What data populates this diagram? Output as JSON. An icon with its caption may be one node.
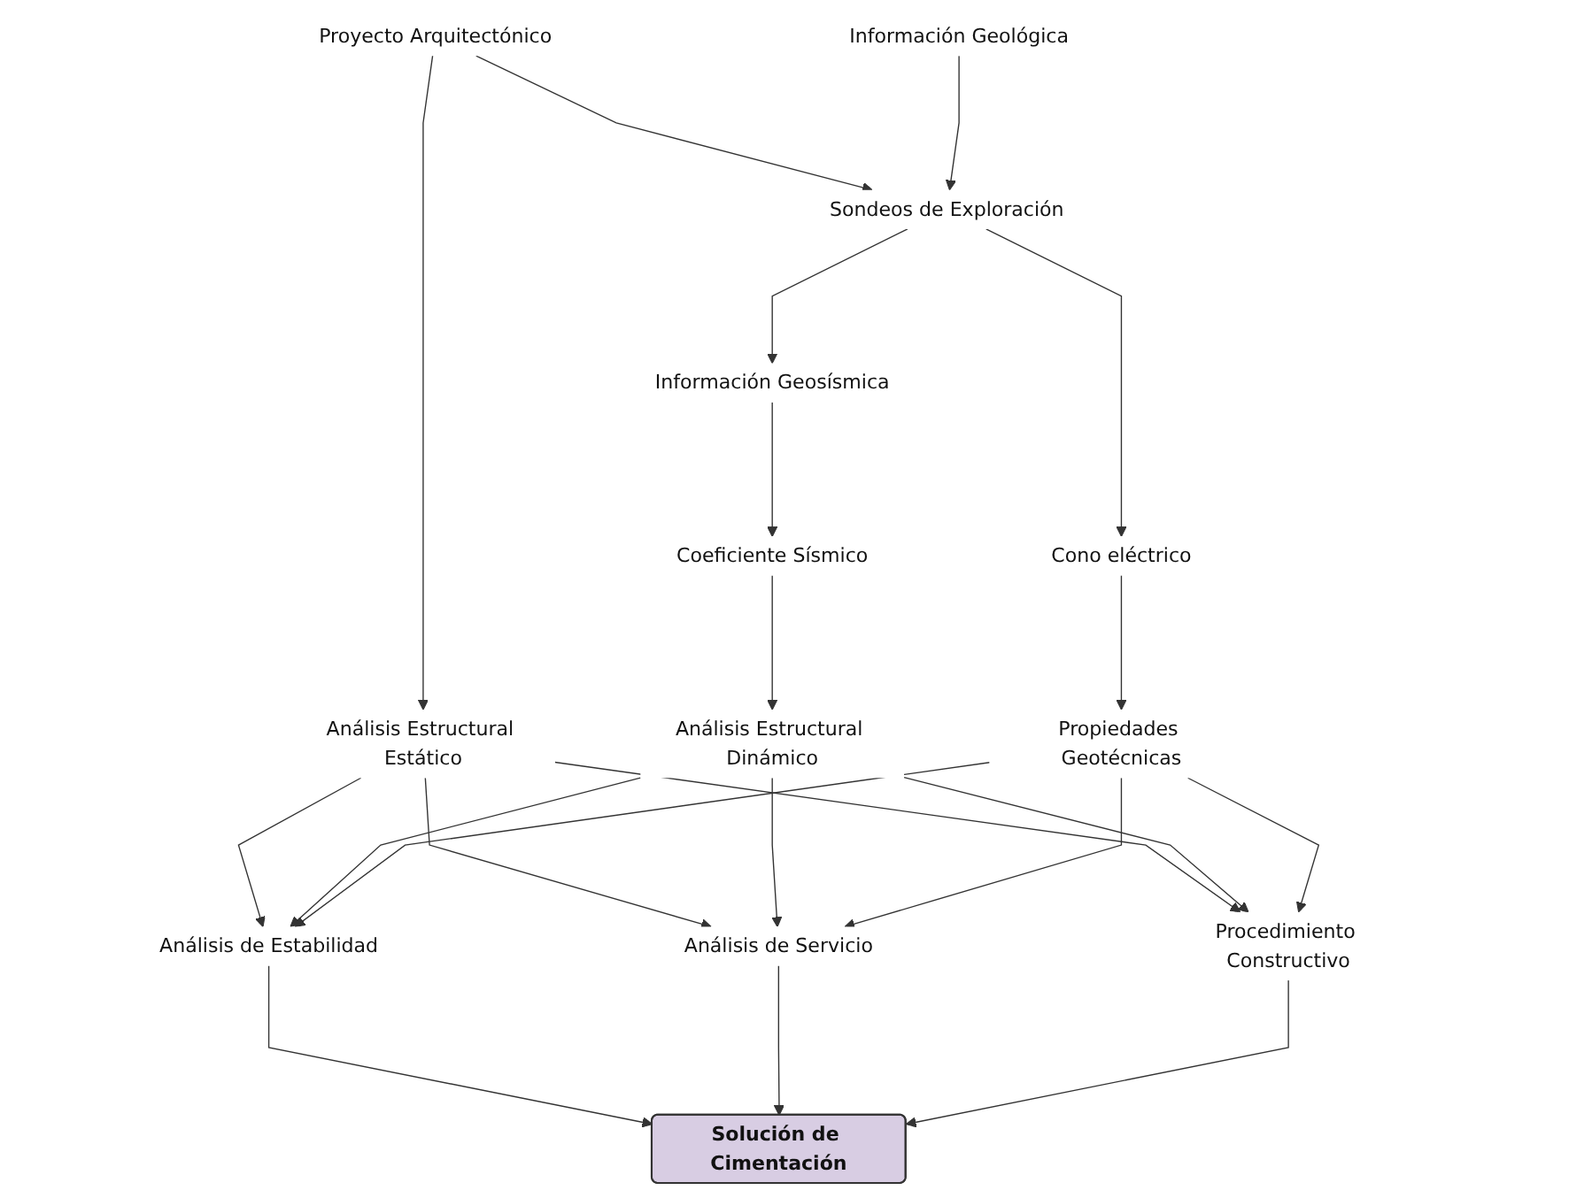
{
  "diagram": {
    "nodes": [
      {
        "text": [
          "Proyecto Arquitectónico"
        ]
      },
      {
        "text": [
          "Información Geológica"
        ]
      },
      {
        "text": [
          "Sondeos de Exploración"
        ]
      },
      {
        "text": [
          "Información Geosísmica"
        ]
      },
      {
        "text": [
          "Cono eléctrico"
        ]
      },
      {
        "text": [
          "Coeficiente Sísmico"
        ]
      },
      {
        "text": [
          "Propiedades Geotécnicas"
        ]
      },
      {
        "text": [
          "Análisis Estructural Estático"
        ]
      },
      {
        "text": [
          "Análisis Estructural Dinámico"
        ]
      },
      {
        "text": [
          "Análisis de Estabilidad"
        ]
      },
      {
        "text": [
          "Análisis de Servicio"
        ]
      },
      {
        "text": [
          "Procedimiento Constructivo"
        ]
      },
      {
        "text": [
          "Solución de Cimentación"
        ]
      }
    ],
    "edges": [
      {
        "from": 0,
        "to": 2,
        "arrow": "to"
      },
      {
        "from": 1,
        "to": 2,
        "arrow": "to"
      },
      {
        "from": 0,
        "to": 7,
        "arrow": "to"
      },
      {
        "from": 2,
        "to": 3,
        "arrow": "to"
      },
      {
        "from": 2,
        "to": 4,
        "arrow": "to"
      },
      {
        "from": 3,
        "to": 5,
        "arrow": "to"
      },
      {
        "from": 4,
        "to": 6,
        "arrow": "to"
      },
      {
        "from": 5,
        "to": 8,
        "arrow": "to"
      },
      {
        "from": 7,
        "to": 9,
        "arrow": "to"
      },
      {
        "from": 7,
        "to": 10,
        "arrow": "to"
      },
      {
        "from": 7,
        "to": 11,
        "arrow": "to"
      },
      {
        "from": 8,
        "to": 9,
        "arrow": "to"
      },
      {
        "from": 8,
        "to": 10,
        "arrow": "to"
      },
      {
        "from": 8,
        "to": 11,
        "arrow": "to"
      },
      {
        "from": 6,
        "to": 9,
        "arrow": "to"
      },
      {
        "from": 6,
        "to": 10,
        "arrow": "to"
      },
      {
        "from": 6,
        "to": 11,
        "arrow": "to"
      },
      {
        "from": 9,
        "to": 12,
        "arrow": "to"
      },
      {
        "from": 10,
        "to": 12,
        "arrow": "to"
      },
      {
        "from": 11,
        "to": 12,
        "arrow": "to"
      }
    ]
  }
}
